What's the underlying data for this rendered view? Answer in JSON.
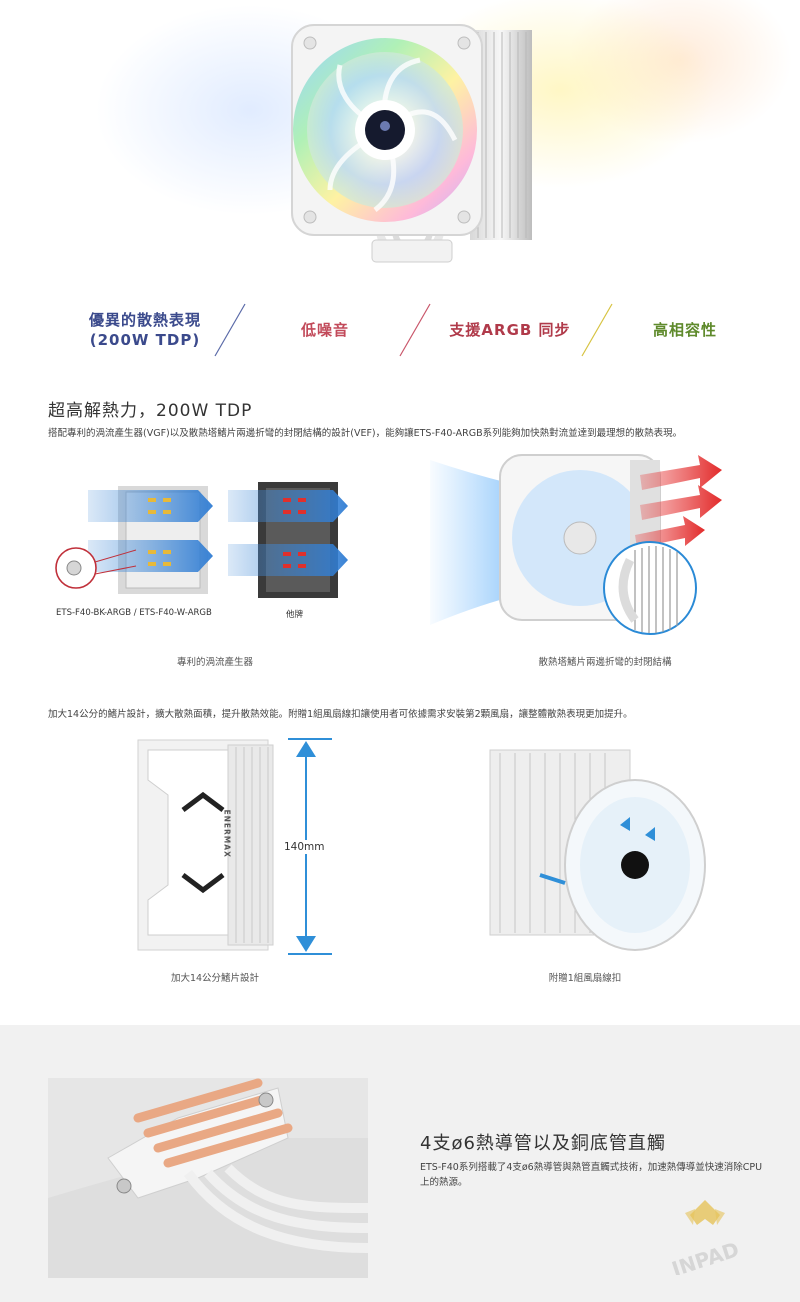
{
  "features": [
    {
      "line1": "優異的散熱表現",
      "line2": "(200W TDP)"
    },
    {
      "line1": "低噪音"
    },
    {
      "line1": "支援ARGB 同步"
    },
    {
      "line1": "高相容性"
    }
  ],
  "section1": {
    "title": "超高解熱力，200W TDP",
    "description": "搭配專利的渦流產生器(VGF)以及散熱塔鰭片兩邊折彎的封閉結構的設計(VEF)，能夠讓ETS-F40-ARGB系列能夠加快熱對流並達到最理想的散熱表現。",
    "label_left": "ETS-F40-BK-ARGB / ETS-F40-W-ARGB",
    "label_right": "他牌",
    "caption_left": "專利的渦流產生器",
    "caption_right": "散熱塔鰭片兩邊折彎的封閉結構"
  },
  "section2": {
    "description": "加大14公分的鰭片設計，擴大散熱面積，提升散熱效能。附贈1組風扇線扣讓使用者可依據需求安裝第2顆風扇，讓整體散熱表現更加提升。",
    "dimension": "140mm",
    "brand_mark": "ENERMAX",
    "caption_left": "加大14公分鰭片設計",
    "caption_right": "附贈1組風扇線扣"
  },
  "section3": {
    "title": "4支ø6熱導管以及銅底管直觸",
    "description": "ETS-F40系列搭載了4支ø6熱導管與熱管直觸式技術，加速熱傳導並快速消除CPU上的熱源。",
    "watermark": "INPAD"
  }
}
